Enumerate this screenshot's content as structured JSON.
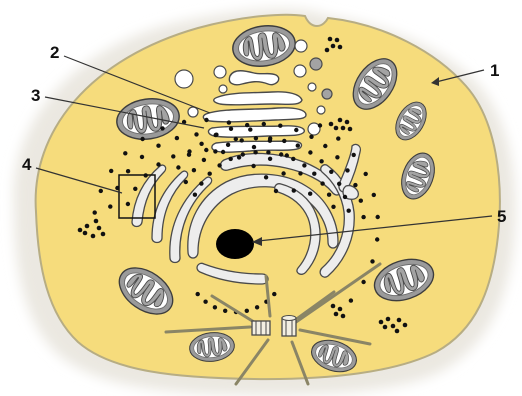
{
  "labels": [
    {
      "id": "label-1",
      "text": "1"
    },
    {
      "id": "label-2",
      "text": "2"
    },
    {
      "id": "label-3",
      "text": "3"
    },
    {
      "id": "label-4",
      "text": "4"
    },
    {
      "id": "label-5",
      "text": "5"
    }
  ],
  "colors": {
    "background": "#ffffff",
    "glow": "#e9e6df",
    "cytoplasm": "#f6dc7c",
    "membrane": "#b7ad83",
    "organelle_fill": "#e9e9e9",
    "organelle_outline": "#4a4a4a",
    "mitochondria_outer": "#9a9a9a",
    "mitochondria_cristae": "#ffffff",
    "ribosome": "#111111",
    "vesicle_gray": "#a3a3a3",
    "nucleolus": "#000000"
  },
  "icons": [
    "mitochondrion-icon",
    "golgi-apparatus-icon",
    "rough-er-icon",
    "nucleolus-icon",
    "centrosome-icon",
    "ribosome-icon"
  ]
}
